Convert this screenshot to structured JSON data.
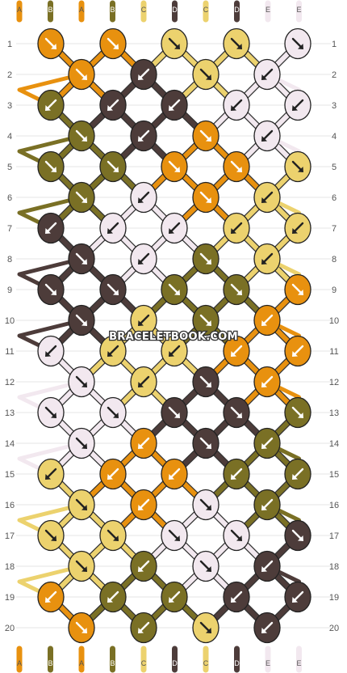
{
  "watermark": "BRACELETBOOK.COM",
  "strand_labels": [
    "A",
    "B",
    "A",
    "B",
    "C",
    "D",
    "C",
    "D",
    "E",
    "E"
  ],
  "row_labels": [
    "1",
    "2",
    "3",
    "4",
    "5",
    "6",
    "7",
    "8",
    "9",
    "10",
    "11",
    "12",
    "13",
    "14",
    "15",
    "16",
    "17",
    "18",
    "19",
    "20"
  ],
  "colors": {
    "A": "#e8910f",
    "B": "#7a7025",
    "C": "#ecd26e",
    "D": "#4d3c3a",
    "E": "#f2e8ef"
  },
  "knot_icons": {
    "right": "arrow-down-right-icon",
    "left": "arrow-down-left-icon"
  },
  "knots": [
    {
      "row": 1,
      "cells": [
        {
          "c": "A",
          "d": "R"
        },
        {
          "c": "A",
          "d": "R"
        },
        {
          "c": "C",
          "d": "R"
        },
        {
          "c": "C",
          "d": "R"
        },
        {
          "c": "E",
          "d": "R"
        }
      ]
    },
    {
      "row": 2,
      "cells": [
        {
          "c": "A",
          "d": "R"
        },
        {
          "c": "D",
          "d": "L"
        },
        {
          "c": "C",
          "d": "R"
        },
        {
          "c": "E",
          "d": "L"
        }
      ]
    },
    {
      "row": 3,
      "cells": [
        {
          "c": "B",
          "d": "L"
        },
        {
          "c": "D",
          "d": "L"
        },
        {
          "c": "D",
          "d": "L"
        },
        {
          "c": "E",
          "d": "L"
        },
        {
          "c": "E",
          "d": "L"
        }
      ]
    },
    {
      "row": 4,
      "cells": [
        {
          "c": "B",
          "d": "R"
        },
        {
          "c": "D",
          "d": "L"
        },
        {
          "c": "A",
          "d": "R"
        },
        {
          "c": "E",
          "d": "L"
        }
      ]
    },
    {
      "row": 5,
      "cells": [
        {
          "c": "B",
          "d": "R"
        },
        {
          "c": "B",
          "d": "R"
        },
        {
          "c": "A",
          "d": "R"
        },
        {
          "c": "A",
          "d": "R"
        },
        {
          "c": "C",
          "d": "R"
        }
      ]
    },
    {
      "row": 6,
      "cells": [
        {
          "c": "B",
          "d": "R"
        },
        {
          "c": "E",
          "d": "L"
        },
        {
          "c": "A",
          "d": "R"
        },
        {
          "c": "C",
          "d": "L"
        }
      ]
    },
    {
      "row": 7,
      "cells": [
        {
          "c": "D",
          "d": "L"
        },
        {
          "c": "E",
          "d": "L"
        },
        {
          "c": "E",
          "d": "L"
        },
        {
          "c": "C",
          "d": "L"
        },
        {
          "c": "C",
          "d": "L"
        }
      ]
    },
    {
      "row": 8,
      "cells": [
        {
          "c": "D",
          "d": "R"
        },
        {
          "c": "E",
          "d": "L"
        },
        {
          "c": "B",
          "d": "R"
        },
        {
          "c": "C",
          "d": "L"
        }
      ]
    },
    {
      "row": 9,
      "cells": [
        {
          "c": "D",
          "d": "R"
        },
        {
          "c": "D",
          "d": "R"
        },
        {
          "c": "B",
          "d": "R"
        },
        {
          "c": "B",
          "d": "R"
        },
        {
          "c": "A",
          "d": "R"
        }
      ]
    },
    {
      "row": 10,
      "cells": [
        {
          "c": "D",
          "d": "R"
        },
        {
          "c": "C",
          "d": "L"
        },
        {
          "c": "B",
          "d": "R"
        },
        {
          "c": "A",
          "d": "L"
        }
      ]
    },
    {
      "row": 11,
      "cells": [
        {
          "c": "E",
          "d": "L"
        },
        {
          "c": "C",
          "d": "L"
        },
        {
          "c": "C",
          "d": "L"
        },
        {
          "c": "A",
          "d": "L"
        },
        {
          "c": "A",
          "d": "L"
        }
      ]
    },
    {
      "row": 12,
      "cells": [
        {
          "c": "E",
          "d": "R"
        },
        {
          "c": "C",
          "d": "L"
        },
        {
          "c": "D",
          "d": "R"
        },
        {
          "c": "A",
          "d": "L"
        }
      ]
    },
    {
      "row": 13,
      "cells": [
        {
          "c": "E",
          "d": "R"
        },
        {
          "c": "E",
          "d": "R"
        },
        {
          "c": "D",
          "d": "R"
        },
        {
          "c": "D",
          "d": "R"
        },
        {
          "c": "B",
          "d": "R"
        }
      ]
    },
    {
      "row": 14,
      "cells": [
        {
          "c": "E",
          "d": "R"
        },
        {
          "c": "A",
          "d": "L"
        },
        {
          "c": "D",
          "d": "R"
        },
        {
          "c": "B",
          "d": "L"
        }
      ]
    },
    {
      "row": 15,
      "cells": [
        {
          "c": "C",
          "d": "L"
        },
        {
          "c": "A",
          "d": "L"
        },
        {
          "c": "A",
          "d": "L"
        },
        {
          "c": "B",
          "d": "L"
        },
        {
          "c": "B",
          "d": "L"
        }
      ]
    },
    {
      "row": 16,
      "cells": [
        {
          "c": "C",
          "d": "R"
        },
        {
          "c": "A",
          "d": "L"
        },
        {
          "c": "E",
          "d": "R"
        },
        {
          "c": "B",
          "d": "L"
        }
      ]
    },
    {
      "row": 17,
      "cells": [
        {
          "c": "C",
          "d": "R"
        },
        {
          "c": "C",
          "d": "R"
        },
        {
          "c": "E",
          "d": "R"
        },
        {
          "c": "E",
          "d": "R"
        },
        {
          "c": "D",
          "d": "R"
        }
      ]
    },
    {
      "row": 18,
      "cells": [
        {
          "c": "C",
          "d": "R"
        },
        {
          "c": "B",
          "d": "L"
        },
        {
          "c": "E",
          "d": "R"
        },
        {
          "c": "D",
          "d": "L"
        }
      ]
    },
    {
      "row": 19,
      "cells": [
        {
          "c": "A",
          "d": "L"
        },
        {
          "c": "B",
          "d": "L"
        },
        {
          "c": "B",
          "d": "L"
        },
        {
          "c": "D",
          "d": "L"
        },
        {
          "c": "D",
          "d": "L"
        }
      ]
    },
    {
      "row": 20,
      "cells": [
        {
          "c": "A",
          "d": "R"
        },
        {
          "c": "B",
          "d": "L"
        },
        {
          "c": "C",
          "d": "R"
        },
        {
          "c": "D",
          "d": "L"
        }
      ]
    }
  ]
}
